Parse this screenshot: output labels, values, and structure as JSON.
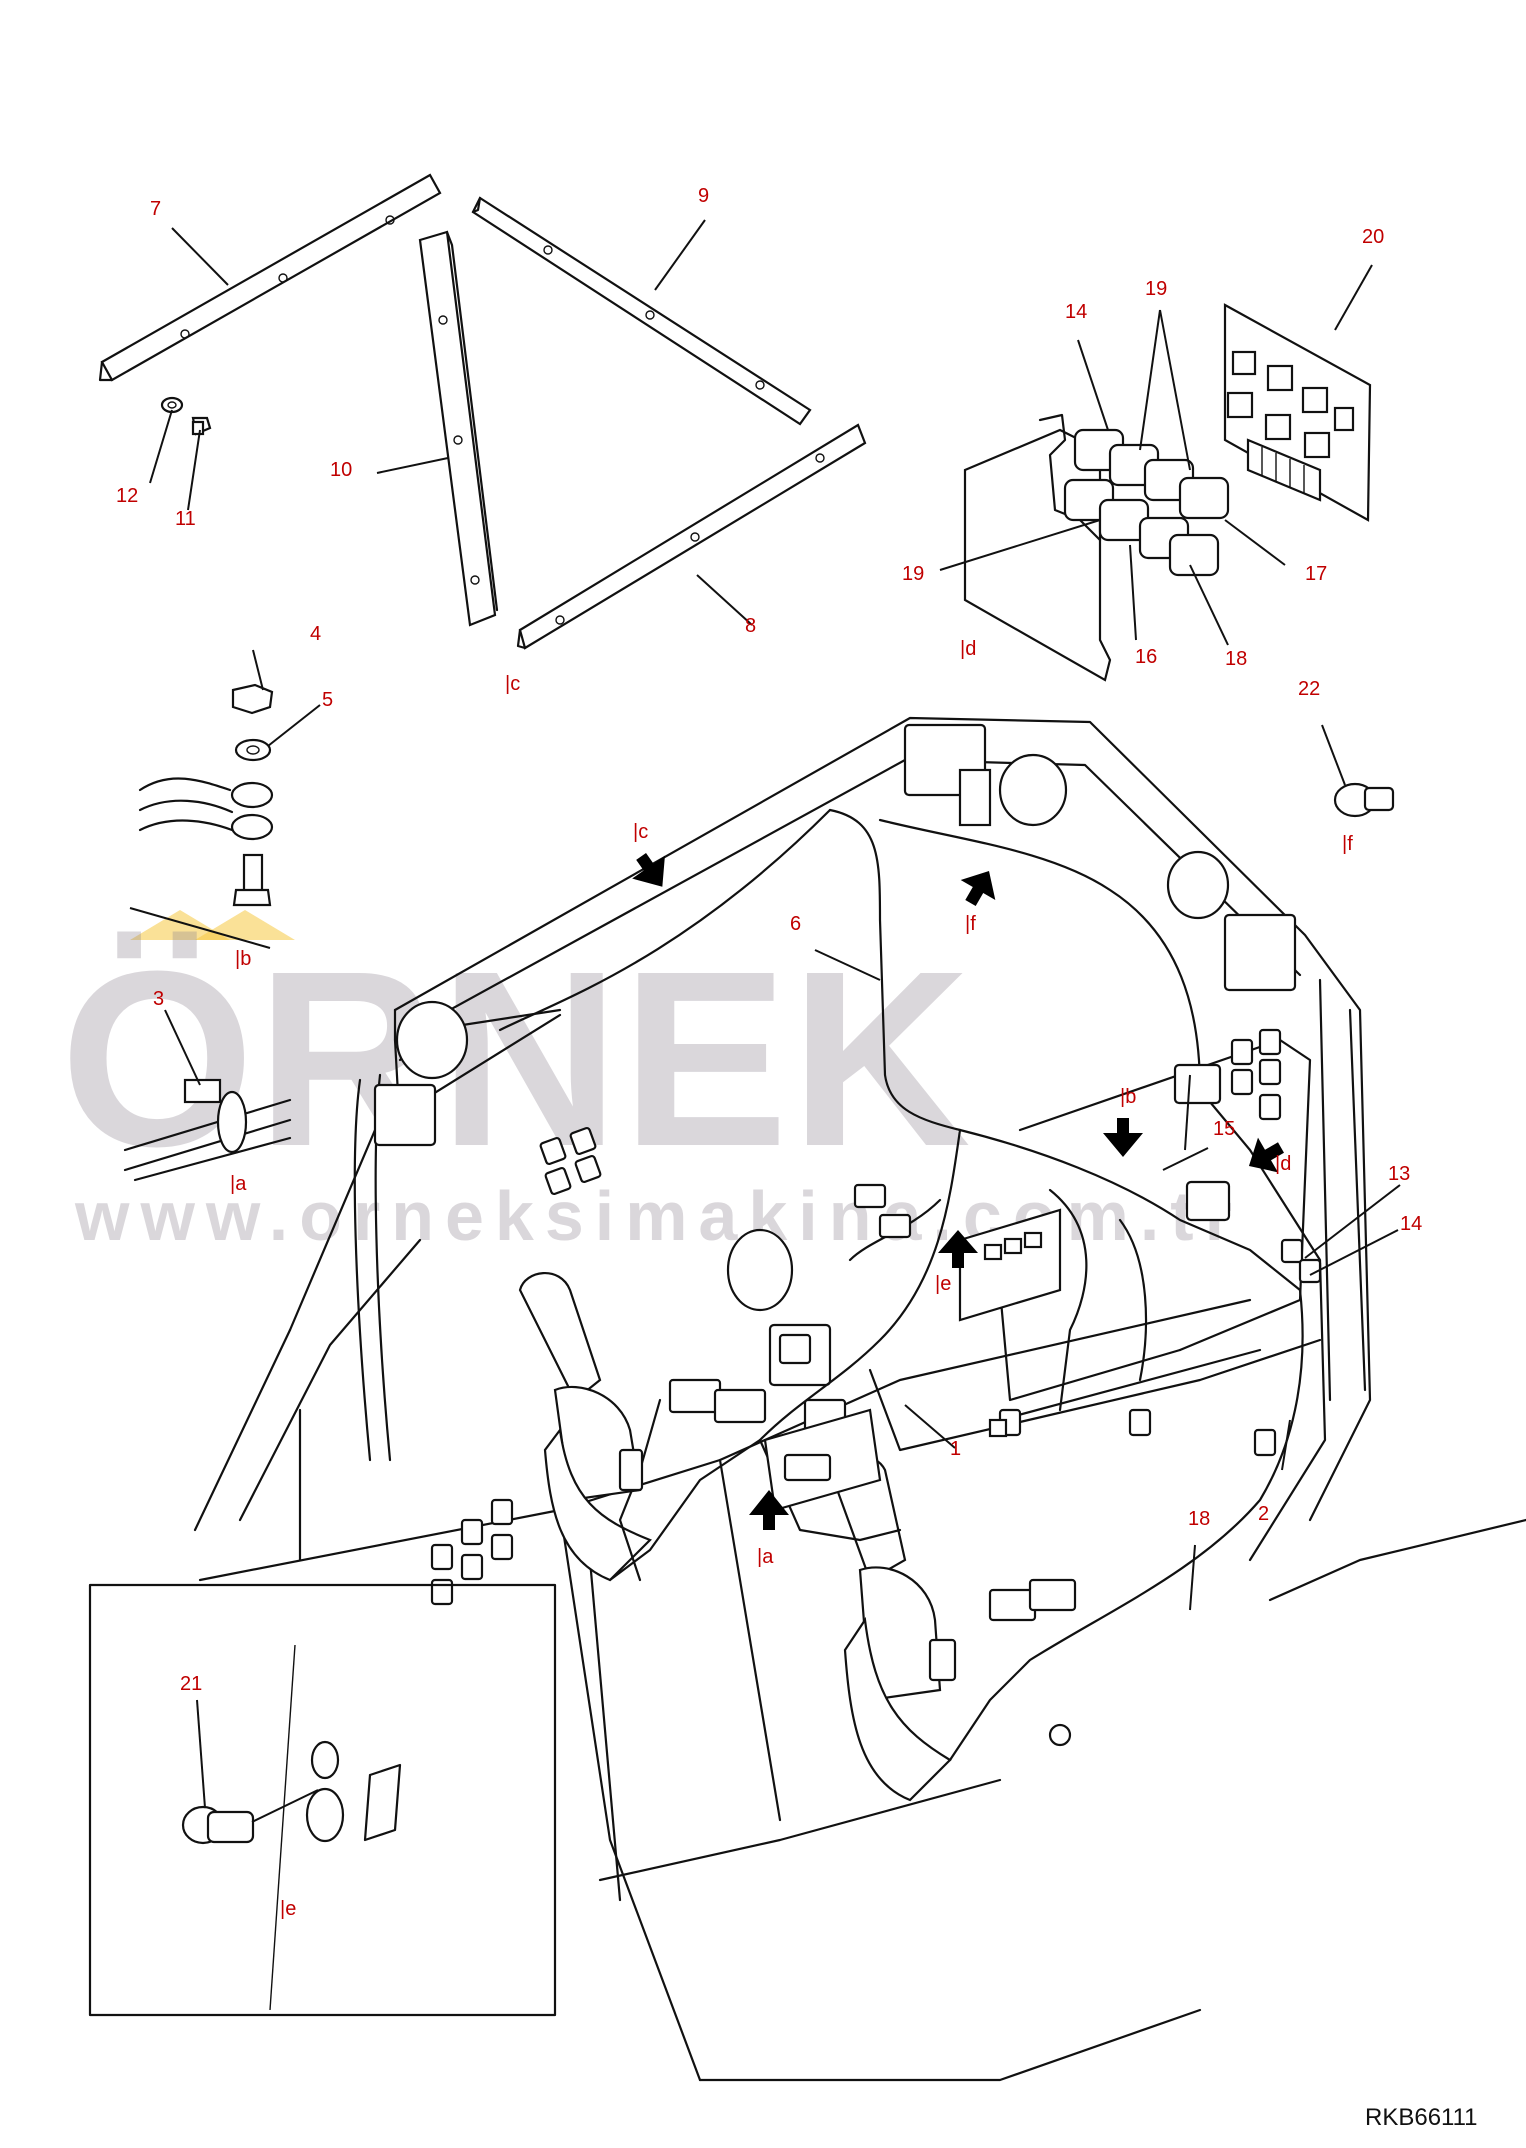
{
  "drawing_code": "RKB66111",
  "watermark": {
    "logo_text": "ÖRNEK",
    "url_text": "www.orneksimakina.com.tr",
    "accent_color": "#f5c842",
    "color": "#8d8490"
  },
  "callouts": {
    "c1": "1",
    "c2": "2",
    "c3": "3",
    "c4": "4",
    "c5": "5",
    "c6": "6",
    "c7": "7",
    "c8": "8",
    "c9": "9",
    "c10": "10",
    "c11": "11",
    "c12": "12",
    "c13": "13",
    "c14a": "14",
    "c14b": "14",
    "c15": "15",
    "c16": "16",
    "c17": "17",
    "c18a": "18",
    "c18b": "18",
    "c19a": "19",
    "c19b": "19",
    "c20": "20",
    "c21": "21",
    "c22": "22"
  },
  "refs": {
    "r_a1": "|a",
    "r_a2": "|a",
    "r_b1": "|b",
    "r_b2": "|b",
    "r_c1": "|c",
    "r_c2": "|c",
    "r_d1": "|d",
    "r_d2": "|d",
    "r_e1": "|e",
    "r_e2": "|e",
    "r_f1": "|f",
    "r_f2": "|f"
  },
  "colors": {
    "line": "#111111",
    "callout": "#c00000"
  }
}
